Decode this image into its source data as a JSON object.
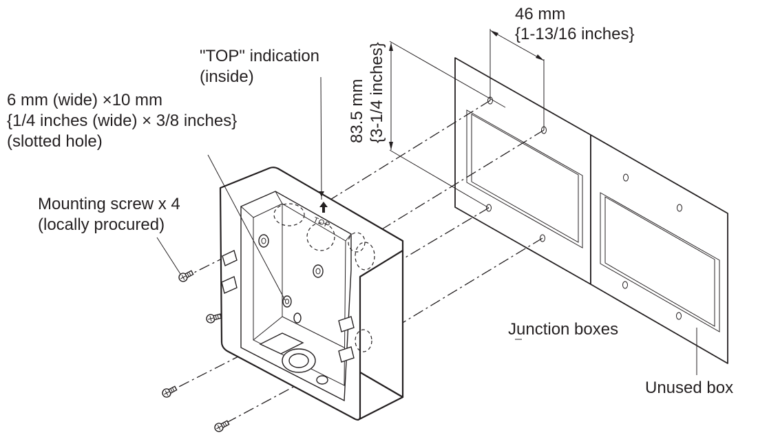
{
  "labels": {
    "dim_width_mm": "46 mm",
    "dim_width_in": "{1-13/16 inches}",
    "dim_height_mm": "83.5 mm",
    "dim_height_in": "{3-1/4 inches}",
    "top_indication_1": "\"TOP\" indication",
    "top_indication_2": "(inside)",
    "slot_1": "6 mm (wide) ×10 mm",
    "slot_2": "{1/4 inches (wide) × 3/8 inches}",
    "slot_3": "(slotted hole)",
    "screw_1": "Mounting screw x 4",
    "screw_2": "(locally procured)",
    "junction_boxes": "Junction boxes",
    "unused_box": "Unused box",
    "top_mark": "TOP"
  },
  "colors": {
    "ink": "#231f20",
    "paper": "#ffffff"
  },
  "icons": [
    "mounting-screw-icon",
    "top-arrow-icon"
  ]
}
